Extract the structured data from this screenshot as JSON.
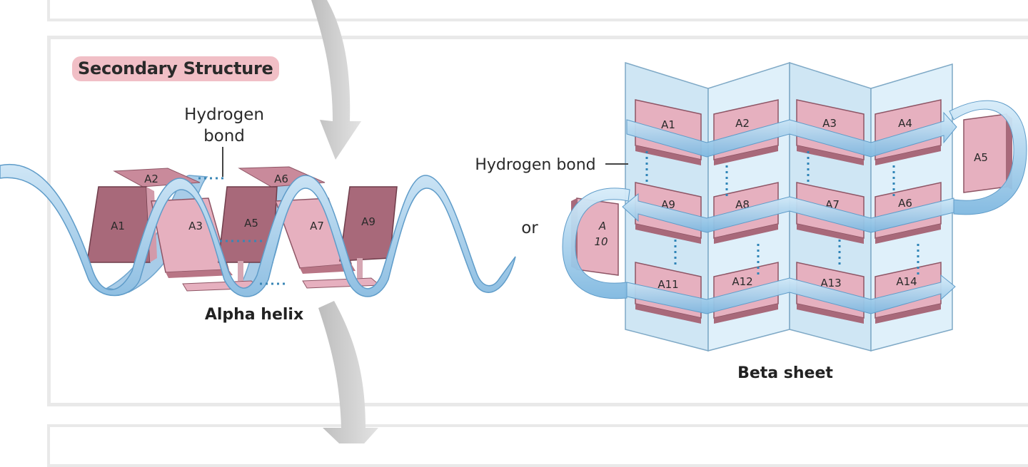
{
  "section": {
    "title": "Secondary Structure"
  },
  "alpha_helix": {
    "caption": "Alpha helix",
    "hbond_label_line1": "Hydrogen",
    "hbond_label_line2": "bond",
    "residues": [
      "A1",
      "A2",
      "A3",
      "A5",
      "A6",
      "A7",
      "A9"
    ]
  },
  "connector": {
    "or_text": "or"
  },
  "beta_sheet": {
    "caption": "Beta sheet",
    "hbond_label": "Hydrogen bond",
    "residues": [
      "A1",
      "A2",
      "A3",
      "A4",
      "A5",
      "A6",
      "A7",
      "A8",
      "A9",
      "A",
      "10",
      "A11",
      "A12",
      "A13",
      "A14"
    ]
  },
  "colors": {
    "residue_front": "#e9b3c2",
    "residue_side": "#b87585",
    "ribbon": "#a9cfec",
    "sheet": "#cfe6f4",
    "arrow": "#c9c9c9",
    "hbond": "#3a86b5"
  }
}
